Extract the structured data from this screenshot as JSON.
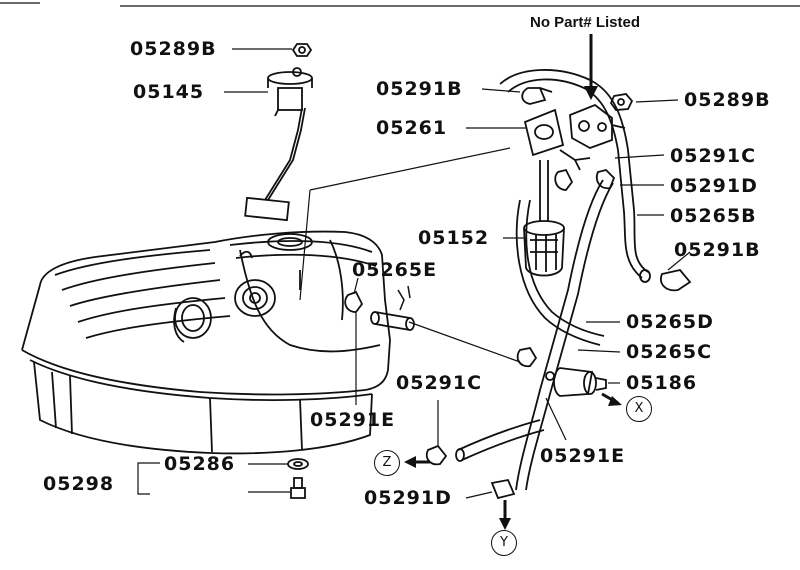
{
  "note": "No Part# Listed",
  "labels": {
    "p05289B_top": "05289B",
    "p05145": "05145",
    "p05291B_top": "05291B",
    "p05289B_right": "05289B",
    "p05261": "05261",
    "p05291C_right": "05291C",
    "p05291D_right": "05291D",
    "p05265B": "05265B",
    "p05152": "05152",
    "p05291B_right": "05291B",
    "p05265E": "05265E",
    "p05265D": "05265D",
    "p05265C": "05265C",
    "p05186": "05186",
    "p05291C_low": "05291C",
    "p05291E_left": "05291E",
    "p05291E_right": "05291E",
    "p05286": "05286",
    "p05298": "05298",
    "p05291D_low": "05291D"
  },
  "refs": {
    "x": "X",
    "y": "Y",
    "z": "Z"
  },
  "colors": {
    "ink": "#111111",
    "paper": "#ffffff"
  }
}
